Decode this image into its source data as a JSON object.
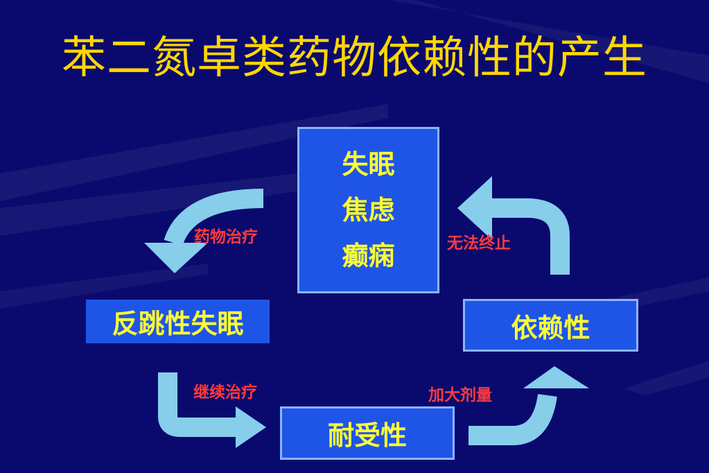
{
  "title": "苯二氮卓类药物依赖性的产生",
  "nodes": {
    "center": [
      "失眠",
      "焦虑",
      "癫痫"
    ],
    "rebound": "反跳性失眠",
    "dependence": "依赖性",
    "tolerance": "耐受性"
  },
  "edges": {
    "drug_treatment": "药物治疗",
    "continue_treatment": "继续治疗",
    "increase_dose": "加大剂量",
    "cannot_stop": "无法终止"
  },
  "colors": {
    "background": "#0a0a6e",
    "title": "#ffd700",
    "box_fill": "#1f55e6",
    "box_text": "#ffff33",
    "edge_label": "#ff3b3b",
    "arrow": "#87ceeb"
  }
}
